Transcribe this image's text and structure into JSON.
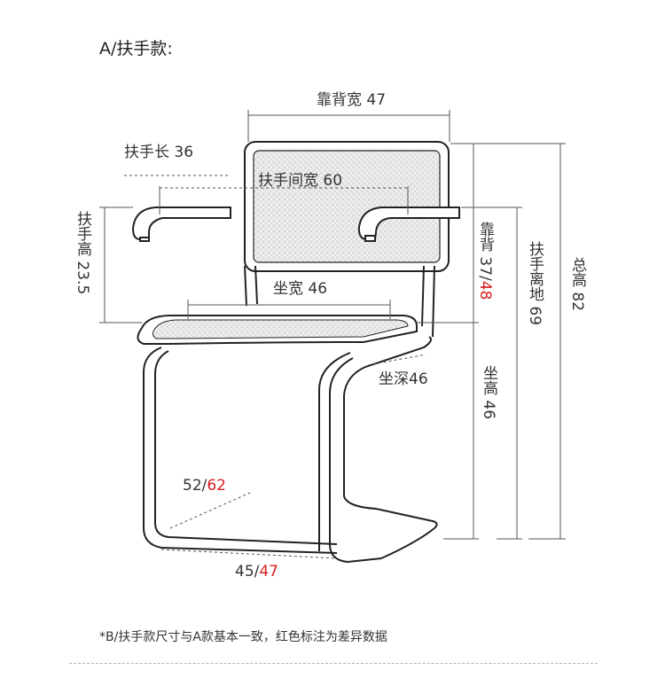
{
  "title": "A/扶手款:",
  "labels": {
    "back_width": "靠背宽 47",
    "armrest_length": "扶手长 36",
    "armrest_spacing": "扶手间宽 60",
    "armrest_height": "扶手高 23.5",
    "seat_width": "坐宽 46",
    "seat_depth": "坐深46",
    "back_height_prefix": "靠背 37/",
    "back_height_b": "48",
    "arm_from_floor": "扶手离地 69",
    "total_height": "总高 82",
    "seat_height": "坐高 46",
    "depth_a": "52/",
    "depth_b": "62",
    "width_a": "45/",
    "width_b": "47"
  },
  "note": "*B/扶手款尺寸与A款基本一致，红色标注为差异数据",
  "colors": {
    "diff": "#d81e1e",
    "line": "#222222",
    "dim": "#555555"
  }
}
